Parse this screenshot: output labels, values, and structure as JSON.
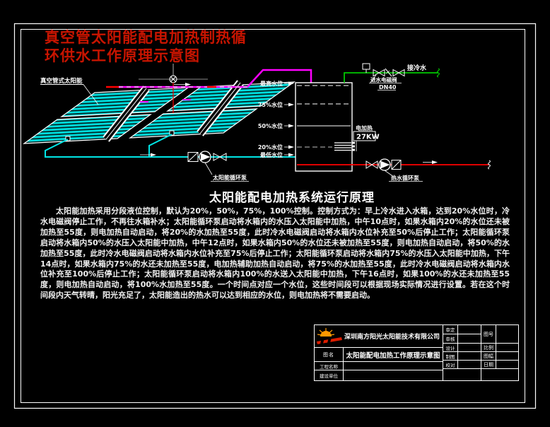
{
  "titles": {
    "main_line1": "真空管太阳能配电加热制热循",
    "main_line2": "环供水工作原理示意图",
    "section": "太阳能配电加热系统运行原理"
  },
  "diagram": {
    "collector_label": "真空管式太阳能",
    "levels": [
      "最高水位",
      "75%水位",
      "50%水位",
      "20%水位",
      "最低水位"
    ],
    "heater_label": "电加热",
    "heater_power": "27KW",
    "cold_water_label": "接冷水",
    "inlet_valve_label": "进水电磁阀",
    "inlet_valve_size": "DN40",
    "solar_pump_label": "太阳能循环泵",
    "hot_pump_label": "热水循环泵"
  },
  "description": "太阳能加热采用分段液位控制，默认为20%，50%，75%，100%控制。控制方式为：早上冷水进入水箱，达到20%水位时，冷水电磁阀停止工作，不再往水箱补水；太阳能循环泵启动将水箱内的水压入太阳能中加热，中午10点时，如果水箱内20%的水位还未被加热至55度，则电加热自动启动，将20%的水加热至55度，此时冷水电磁阀启动将水箱内水位补充至50%后停止工作；太阳能循环泵启动将水箱内50%的水压入太阳能中加热，中午12点时，如果水箱内50%的水位还未被加热至55度，则电加热自动启动，将50%的水加热至55度，此时冷水电磁阀启动将水箱内水位补充至75%后停止工作；太阳能循环泵启动将水箱内75%的水压入太阳能中加热，下午14点时，如果水箱内75%的水还未加热至55度，电加热辅助加热自动启动，将75%的水加热至55度，此时冷水电磁阀启动将水箱内水位补充至100%后停止工作；太阳能循环泵启动将水箱内100%的水送入太阳能中加热，下午16点时，如果100%的水还未加热至55度，则电加热自动启动，将100%水加热至55度。一个时间点对应一个水位，这些时间段可以根据现场实际情况进行设置。若在这个时间段内天气转晴，阳光充足了，太阳能造出的热水可以达到相应的水位，则电加热将不需要启动。",
  "titleblock": {
    "company": "深圳南方阳光太阳能技术有限公司",
    "drawing_name_label": "图名",
    "drawing_name": "太阳能配电加热工作原理示意图",
    "project_label": "工程名称",
    "client_label": "建设单位",
    "approve_label": "审定",
    "review_label": "审核",
    "design_label": "设计",
    "draft_label": "制图",
    "check_label": "校对",
    "drawing_no_label": "图号",
    "scale_label": "比例",
    "size_label": "图幅",
    "date_label": "日期"
  },
  "colors": {
    "background": "#000000",
    "frame": "#ffffff",
    "title_red": "#c81400",
    "collector_cyan": "#00dcdc",
    "pipe_magenta": "#ff00ff",
    "pipe_green": "#00c800",
    "pipe_red": "#ff0000",
    "pipe_cyan": "#00e6e6",
    "logo_orange": "#ff9900",
    "logo_red": "#dd1d00"
  }
}
